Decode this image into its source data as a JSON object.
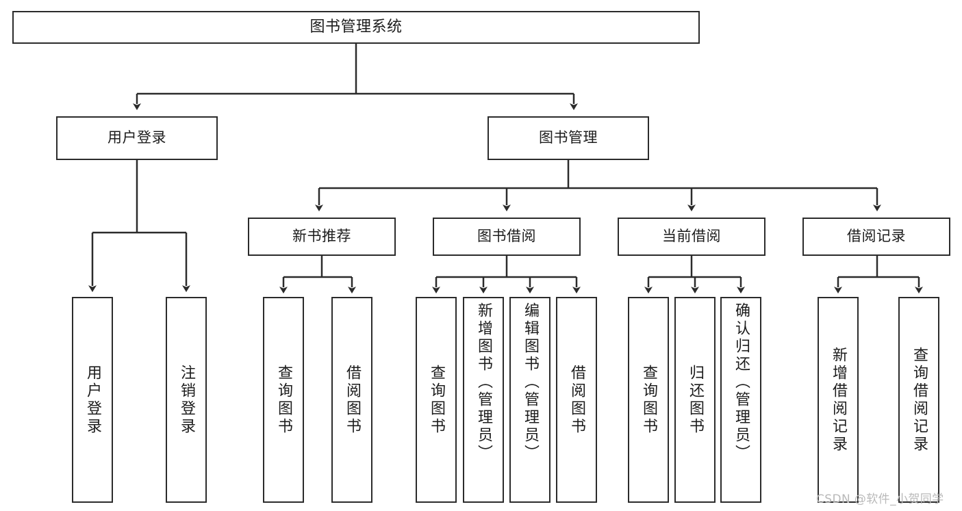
{
  "diagram": {
    "type": "tree-hierarchy-chart",
    "title": "图书管理系统",
    "watermark": "CSDN @软件_小贺同学",
    "stroke_color": "#2b2b2b",
    "background_color": "#ffffff",
    "text_color": "#1c1c1c",
    "levels": {
      "level1": [
        {
          "id": "root",
          "label": "图书管理系统"
        }
      ],
      "level2": [
        {
          "id": "user-login",
          "label": "用户登录"
        },
        {
          "id": "book-manage",
          "label": "图书管理"
        }
      ],
      "level3": [
        {
          "id": "new-book-recommend",
          "label": "新书推荐"
        },
        {
          "id": "book-borrow",
          "label": "图书借阅"
        },
        {
          "id": "current-borrow",
          "label": "当前借阅"
        },
        {
          "id": "borrow-record",
          "label": "借阅记录"
        }
      ],
      "level4": [
        {
          "id": "leaf-user-login",
          "label": "用户登录",
          "parent": "user-login"
        },
        {
          "id": "leaf-logout-login",
          "label": "注销登录",
          "parent": "user-login"
        },
        {
          "id": "leaf-query-book-1",
          "label": "查询图书",
          "parent": "new-book-recommend"
        },
        {
          "id": "leaf-borrow-book-1",
          "label": "借阅图书",
          "parent": "new-book-recommend"
        },
        {
          "id": "leaf-query-book-2",
          "label": "查询图书",
          "parent": "book-borrow"
        },
        {
          "id": "leaf-add-book",
          "label": "新增图书（管理员）",
          "parent": "book-borrow"
        },
        {
          "id": "leaf-edit-book",
          "label": "编辑图书（管理员）",
          "parent": "book-borrow"
        },
        {
          "id": "leaf-borrow-book-2",
          "label": "借阅图书",
          "parent": "book-borrow"
        },
        {
          "id": "leaf-query-book-3",
          "label": "查询图书",
          "parent": "current-borrow"
        },
        {
          "id": "leaf-return-book",
          "label": "归还图书",
          "parent": "current-borrow"
        },
        {
          "id": "leaf-confirm-return",
          "label": "确认归还（管理员）",
          "parent": "current-borrow"
        },
        {
          "id": "leaf-add-record",
          "label": "新增借阅记录",
          "parent": "borrow-record"
        },
        {
          "id": "leaf-query-record",
          "label": "查询借阅记录",
          "parent": "borrow-record"
        }
      ]
    }
  }
}
